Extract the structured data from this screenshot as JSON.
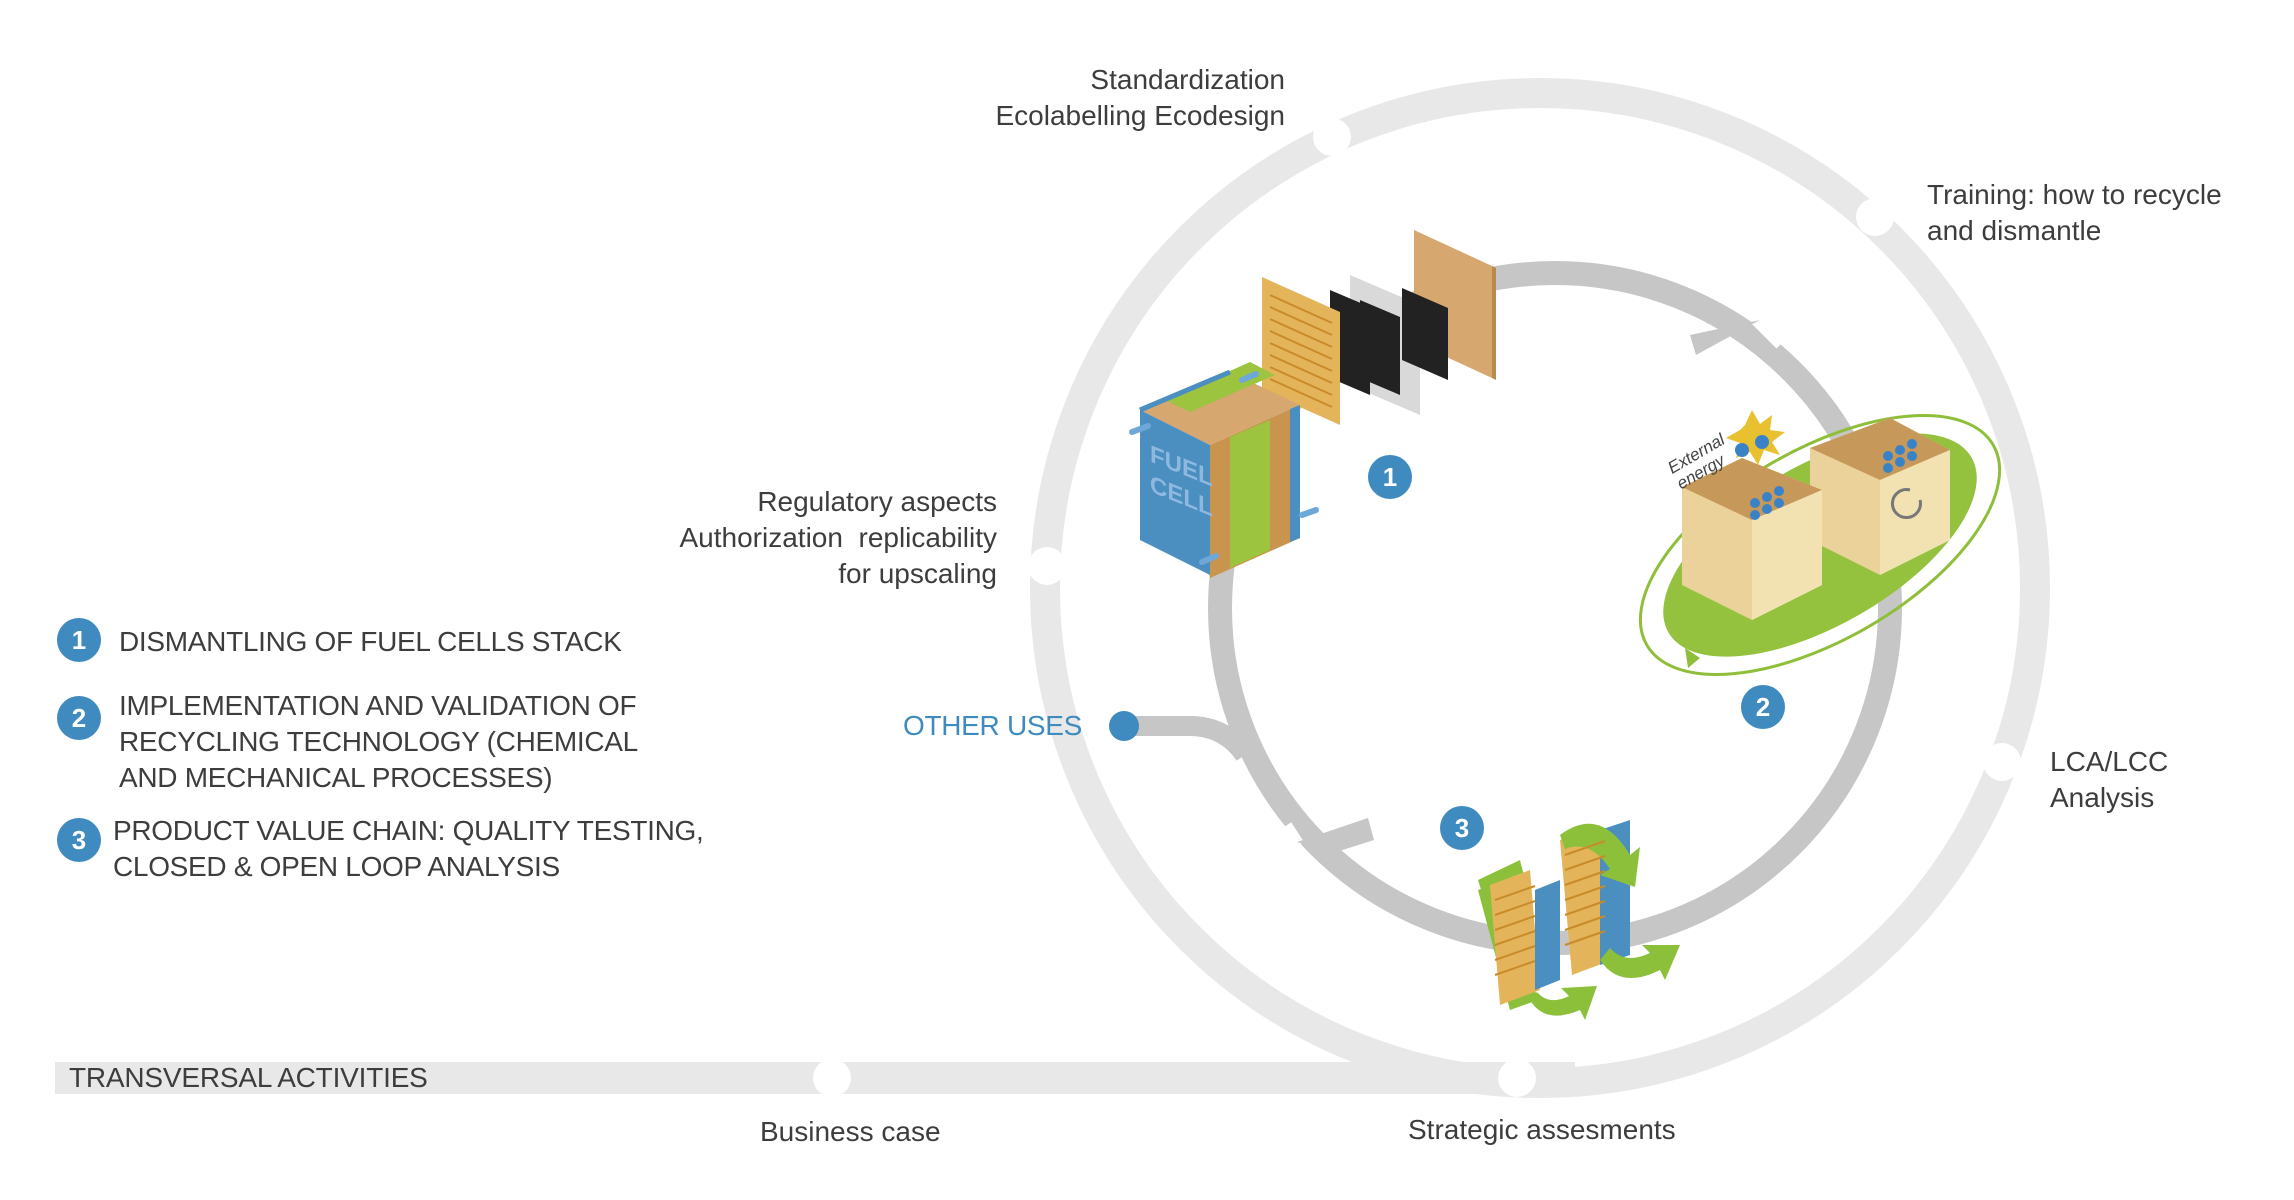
{
  "colors": {
    "accent_blue": "#3f8bbf",
    "outer_ring": "#e8e8e8",
    "inner_ring": "#c6c6c6",
    "green": "#9cc43e",
    "tan": "#d6a870",
    "text": "#3d3d3d"
  },
  "outer_labels": {
    "standardization": "Standardization\nEcolabelling Ecodesign",
    "training": "Training: how to recycle\nand dismantle",
    "lca": "LCA/LCC\nAnalysis",
    "regulatory": "Regulatory aspects\nAuthorization  replicability\nfor upscaling",
    "business_case": "Business case",
    "strategic": "Strategic assesments"
  },
  "other_uses": "OTHER USES",
  "transversal": "TRANSVERSAL ACTIVITIES",
  "stages": [
    {
      "number": "1",
      "icon": "fuel-cell-stack-exploded"
    },
    {
      "number": "2",
      "icon": "recycling-boxes"
    },
    {
      "number": "3",
      "icon": "recycled-plates"
    }
  ],
  "fuel_cell_text": "FUEL\nCELL",
  "external_energy": "External\nenergy",
  "legend": [
    {
      "number": "1",
      "text": "DISMANTLING OF FUEL CELLS STACK"
    },
    {
      "number": "2",
      "text": "IMPLEMENTATION AND VALIDATION OF\nRECYCLING TECHNOLOGY (CHEMICAL\nAND MECHANICAL PROCESSES)"
    },
    {
      "number": "3",
      "text": "PRODUCT VALUE CHAIN: QUALITY TESTING,\nCLOSED & OPEN LOOP ANALYSIS"
    }
  ]
}
